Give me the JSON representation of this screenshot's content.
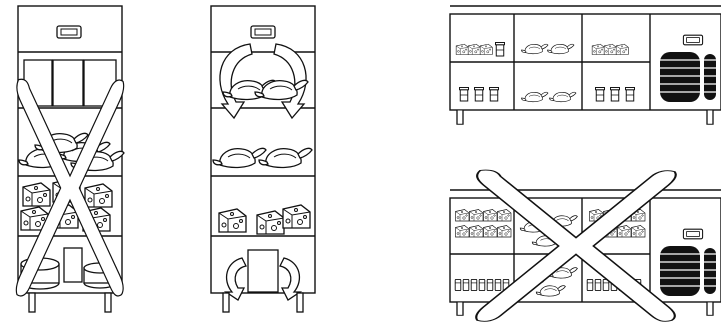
{
  "figure": {
    "panels": [
      {
        "id": "cabinet-overloaded",
        "kind": "upright-cabinet",
        "crossed_out": true
      },
      {
        "id": "cabinet-correct",
        "kind": "upright-cabinet",
        "crossed_out": false
      },
      {
        "id": "counter-correct",
        "kind": "counter",
        "crossed_out": false
      },
      {
        "id": "counter-overloaded",
        "kind": "counter",
        "crossed_out": true
      }
    ],
    "icons": [
      "controller-display-icon",
      "chicken-icon",
      "cheese-icon",
      "container-icon",
      "bottle-icon",
      "cake-icon",
      "airflow-arrow-icon",
      "fan-grille-icon",
      "cross-mark-icon"
    ],
    "colors": {
      "line": "#111111",
      "background": "#ffffff"
    }
  }
}
